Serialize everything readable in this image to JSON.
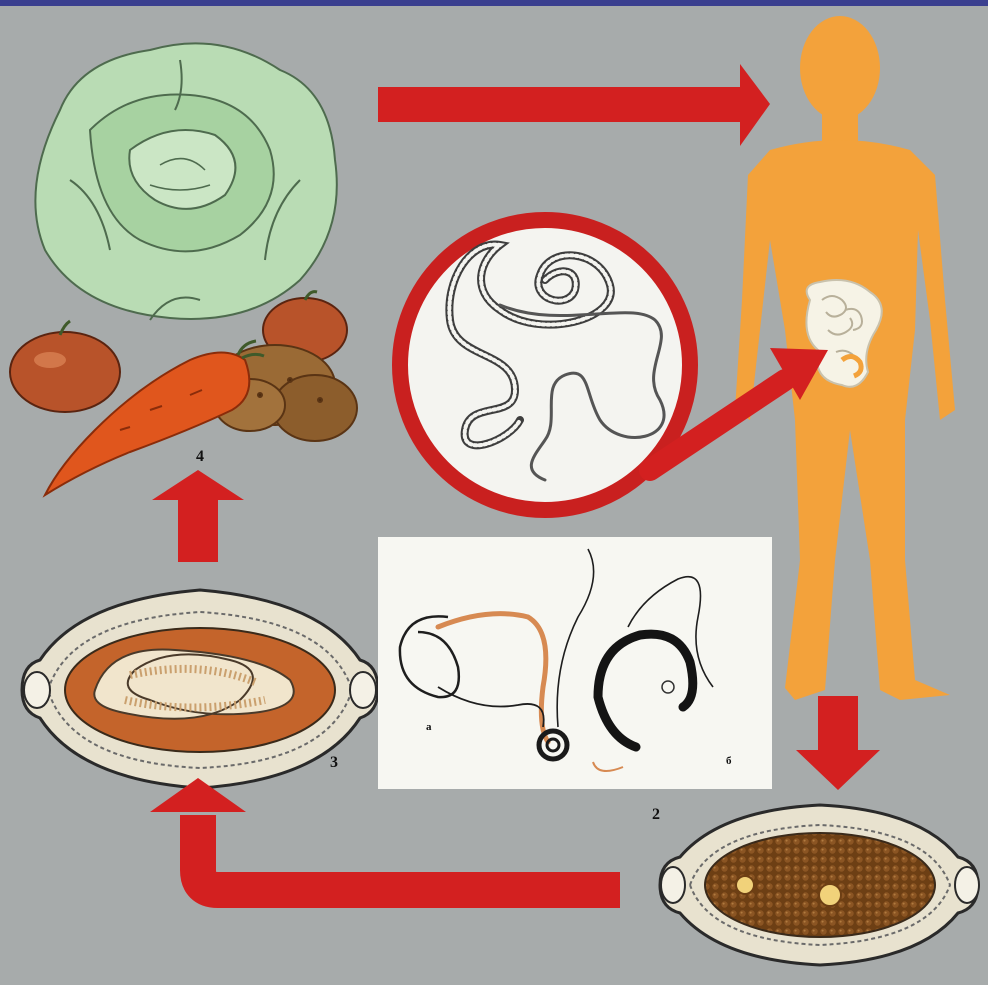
{
  "figure": {
    "labels": {
      "stage_2": "2",
      "stage_3": "3",
      "stage_4": "4",
      "worm_a": "а",
      "worm_b": "б"
    },
    "colors": {
      "background": "#a7abab",
      "arrow": "#d32020",
      "human": "#f3a23b",
      "cabbage": "#b9dcb4",
      "carrot": "#e0561d",
      "egg_shell": "#e8e2cf",
      "egg_yolk": "#6d3f14"
    }
  }
}
